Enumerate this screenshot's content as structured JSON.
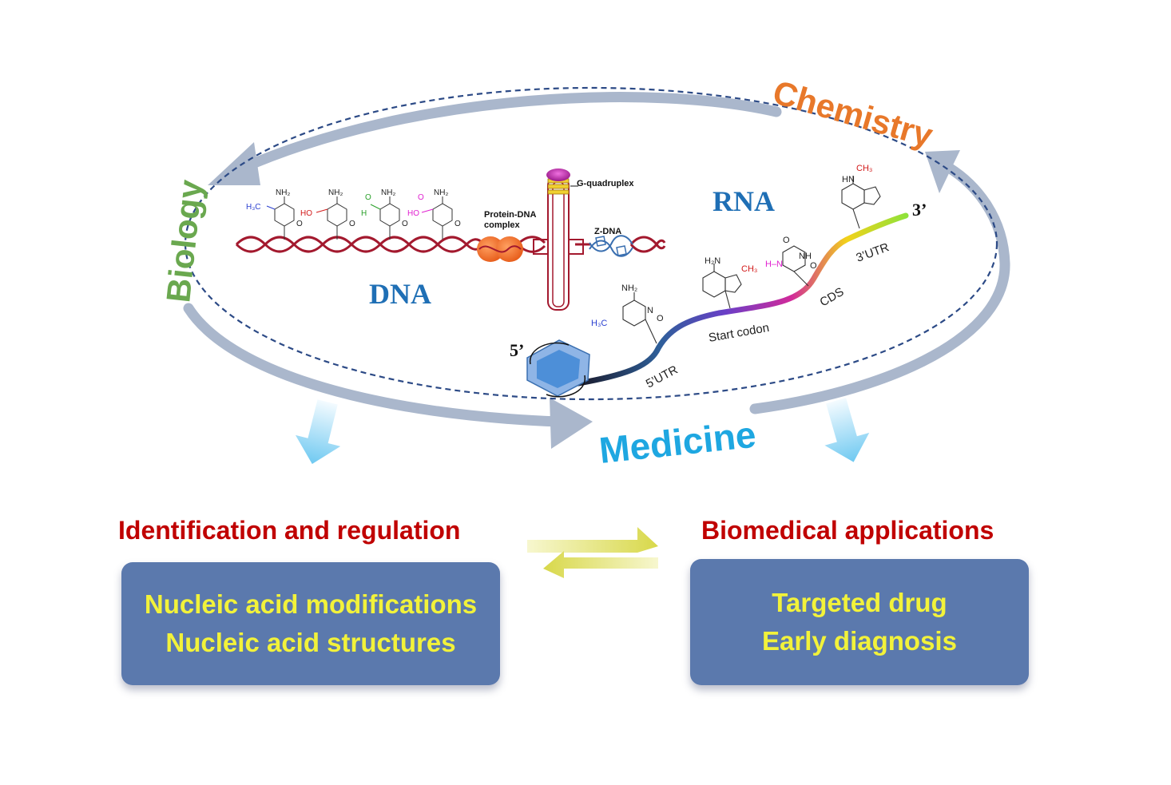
{
  "cycle": {
    "biology": "Biology",
    "chemistry": "Chemistry",
    "medicine": "Medicine"
  },
  "dna_panel": {
    "title": "DNA",
    "protein_label_1": "Protein-DNA",
    "protein_label_2": "complex",
    "gquad_label": "G-quadruplex",
    "zdna_label": "Z-DNA",
    "nh2": "NH₂",
    "h3c": "H₃C",
    "ho": "HO",
    "h": "H",
    "o": "O"
  },
  "rna_panel": {
    "title": "RNA",
    "five_prime": "5’",
    "three_prime": "3’",
    "utr5": "5’UTR",
    "start_codon": "Start codon",
    "cds": "CDS",
    "utr3": "3’UTR",
    "nh2": "NH₂",
    "h3c": "H₃C",
    "ch3": "CH₃",
    "hn": "HN",
    "h2n": "H₂N",
    "hdash": "H–N",
    "n": "N",
    "o": "O",
    "nh": "NH"
  },
  "left": {
    "heading": "Identification and regulation",
    "items": [
      "Nucleic acid modifications",
      "Nucleic acid structures"
    ]
  },
  "right": {
    "heading": "Biomedical applications",
    "items": [
      "Targeted drug",
      "Early diagnosis"
    ]
  },
  "colors": {
    "biology": "#6aa84f",
    "chemistry": "#e8782a",
    "medicine": "#1ea7e1",
    "heading": "#c00000",
    "box": "#5b79ad",
    "box_text": "#f2f23a",
    "dna": "#a3192e",
    "title_blue": "#1f6fb5"
  }
}
